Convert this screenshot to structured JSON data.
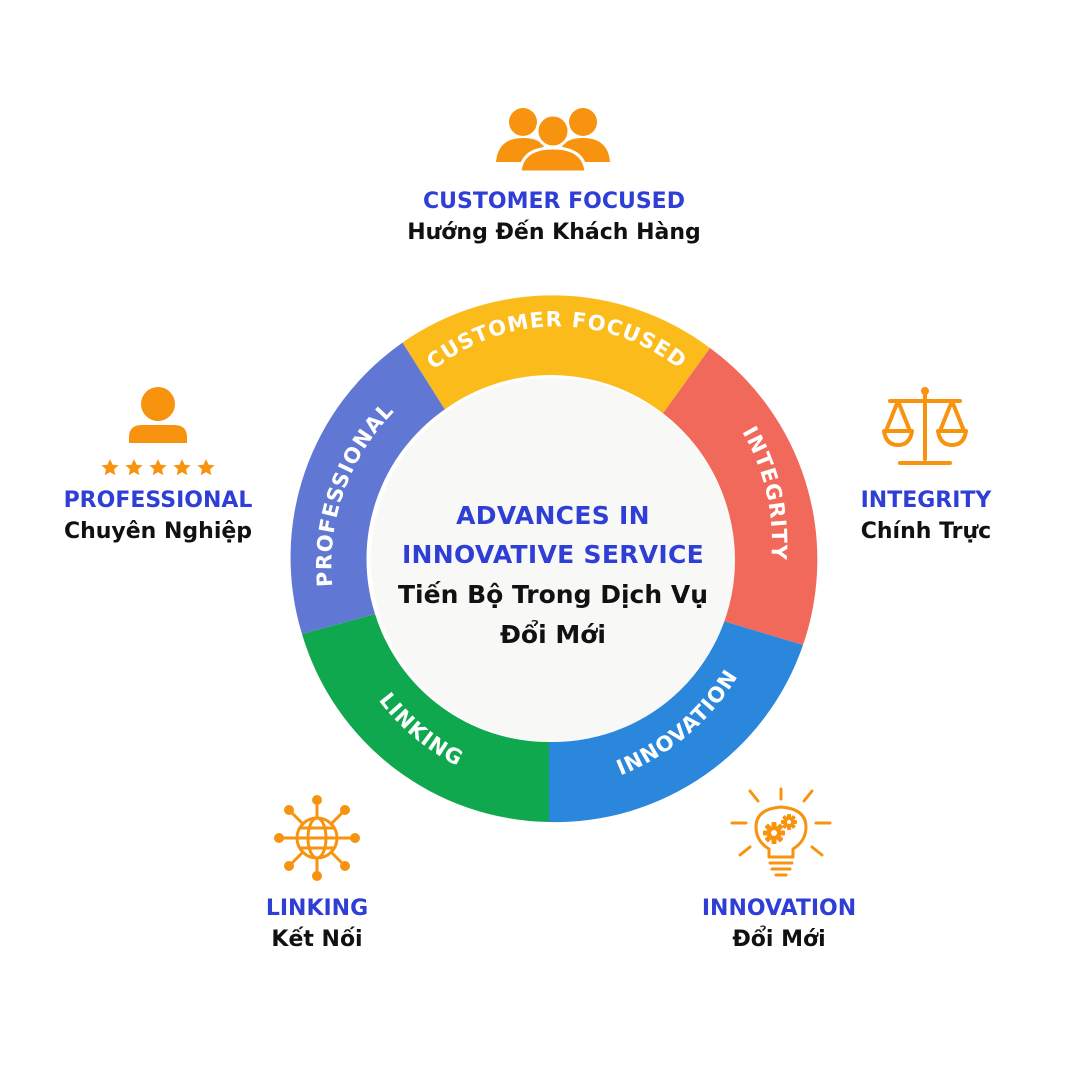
{
  "center": {
    "title_line1": "ADVANCES IN",
    "title_line2": "INNOVATIVE SERVICE",
    "subtitle_line1": "Tiến Bộ Trong Dịch Vụ",
    "subtitle_line2": "Đổi Mới"
  },
  "ring": {
    "customer_focused": "CUSTOMER FOCUSED",
    "integrity": "INTEGRITY",
    "innovation": "INNOVATION",
    "linking": "LINKING",
    "professional": "PROFESSIONAL"
  },
  "values": {
    "customer_focused": {
      "en": "CUSTOMER FOCUSED",
      "vi": "Hướng Đến Khách Hàng",
      "icon": "group-people-icon"
    },
    "professional": {
      "en": "PROFESSIONAL",
      "vi": "Chuyên Nghiệp",
      "icon": "person-five-star-icon"
    },
    "integrity": {
      "en": "INTEGRITY",
      "vi": "Chính Trực",
      "icon": "balance-scale-icon"
    },
    "linking": {
      "en": "LINKING",
      "vi": "Kết Nối",
      "icon": "network-globe-icon"
    },
    "innovation": {
      "en": "INNOVATION",
      "vi": "Đổi Mới",
      "icon": "lightbulb-gears-icon"
    }
  },
  "colors": {
    "customer_focused": "#fbbb1b",
    "integrity": "#f0695b",
    "innovation": "#2a87db",
    "linking": "#0fa84f",
    "professional": "#6177d4",
    "icon": "#f7930e",
    "title_blue": "#2f3fd6",
    "center_fill": "#f8f8f6"
  }
}
